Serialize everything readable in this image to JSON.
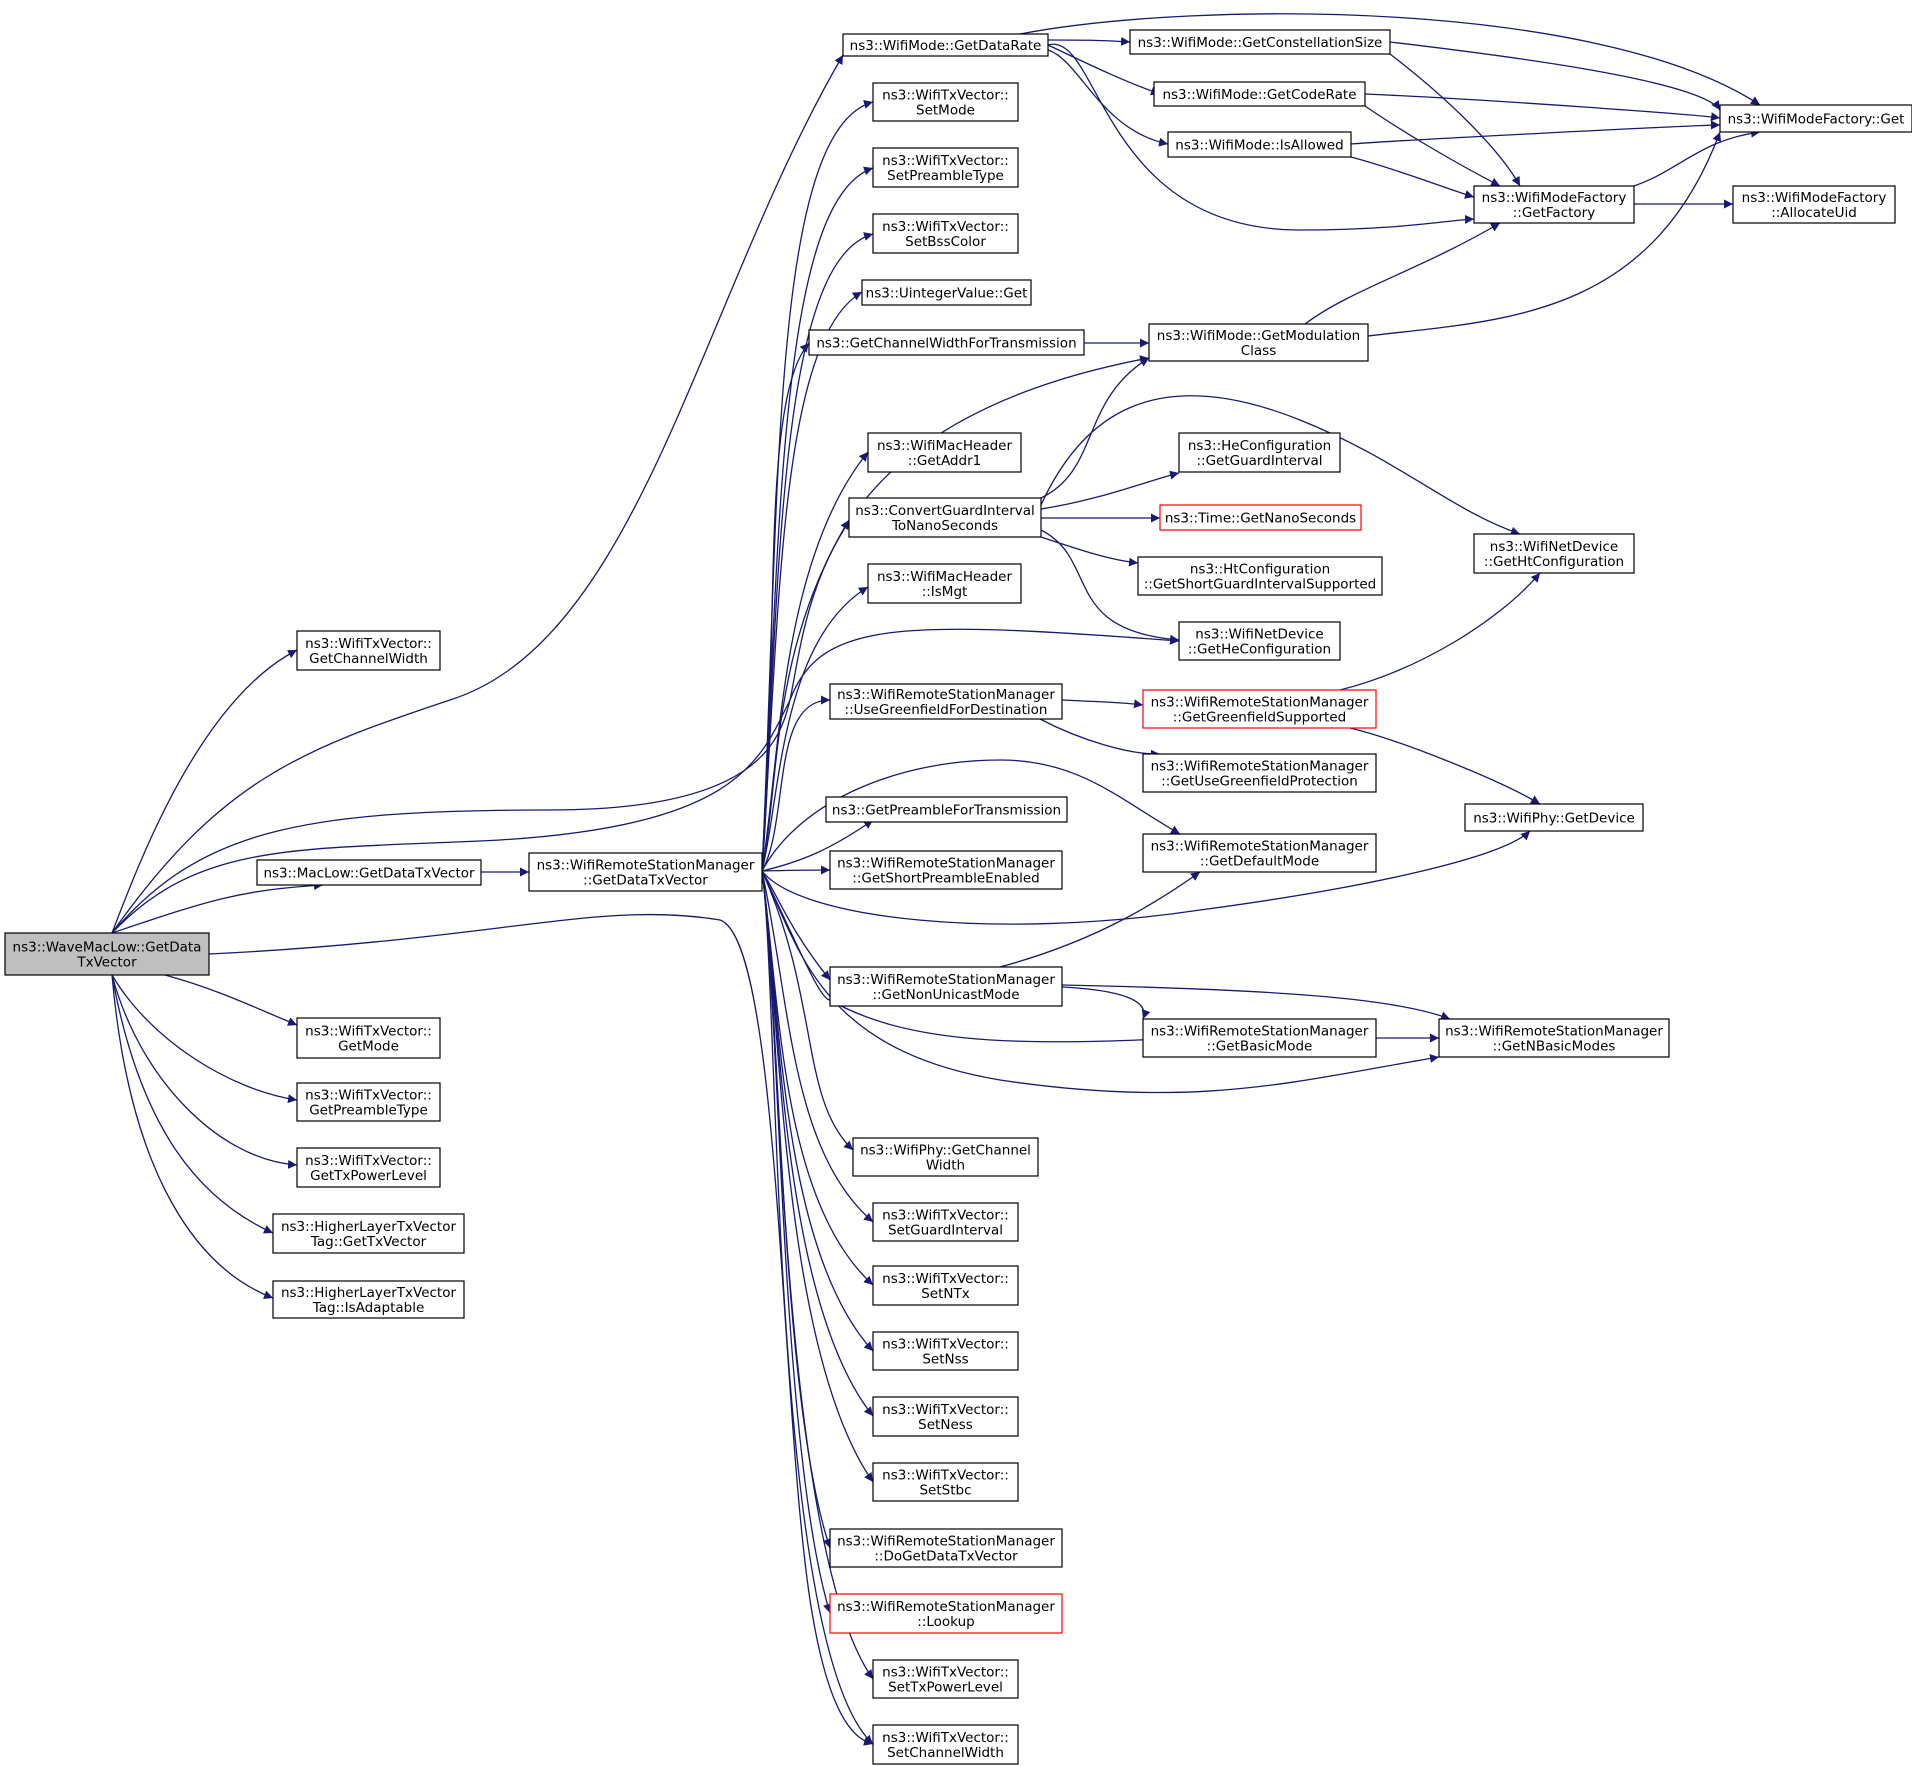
{
  "colors": {
    "edge": "#191970",
    "box_border": "#000000",
    "truncated_border": "#ff0000",
    "root_fill": "#bfbfbf",
    "background": "#ffffff"
  },
  "nodes": [
    {
      "id": "root",
      "lines": [
        "ns3::WaveMacLow::GetData",
        "TxVector"
      ],
      "root": true
    },
    {
      "id": "gcw",
      "lines": [
        "ns3::WifiTxVector::",
        "GetChannelWidth"
      ]
    },
    {
      "id": "macLow",
      "lines": [
        "ns3::MacLow::GetDataTxVector"
      ]
    },
    {
      "id": "rsmGDTV",
      "lines": [
        "ns3::WifiRemoteStationManager",
        "::GetDataTxVector"
      ]
    },
    {
      "id": "getMode",
      "lines": [
        "ns3::WifiTxVector::",
        "GetMode"
      ]
    },
    {
      "id": "getPre",
      "lines": [
        "ns3::WifiTxVector::",
        "GetPreambleType"
      ]
    },
    {
      "id": "getTxPL",
      "lines": [
        "ns3::WifiTxVector::",
        "GetTxPowerLevel"
      ]
    },
    {
      "id": "hlGet",
      "lines": [
        "ns3::HigherLayerTxVector",
        "Tag::GetTxVector"
      ]
    },
    {
      "id": "hlAd",
      "lines": [
        "ns3::HigherLayerTxVector",
        "Tag::IsAdaptable"
      ]
    },
    {
      "id": "getDataRate",
      "lines": [
        "ns3::WifiMode::GetDataRate"
      ]
    },
    {
      "id": "setMode",
      "lines": [
        "ns3::WifiTxVector::",
        "SetMode"
      ]
    },
    {
      "id": "setPre",
      "lines": [
        "ns3::WifiTxVector::",
        "SetPreambleType"
      ]
    },
    {
      "id": "setBss",
      "lines": [
        "ns3::WifiTxVector::",
        "SetBssColor"
      ]
    },
    {
      "id": "uintGet",
      "lines": [
        "ns3::UintegerValue::Get"
      ]
    },
    {
      "id": "getCWFT",
      "lines": [
        "ns3::GetChannelWidthForTransmission"
      ]
    },
    {
      "id": "getAddr1",
      "lines": [
        "ns3::WifiMacHeader",
        "::GetAddr1"
      ]
    },
    {
      "id": "convGI",
      "lines": [
        "ns3::ConvertGuardInterval",
        "ToNanoSeconds"
      ]
    },
    {
      "id": "isMgt",
      "lines": [
        "ns3::WifiMacHeader",
        "::IsMgt"
      ]
    },
    {
      "id": "useGF",
      "lines": [
        "ns3::WifiRemoteStationManager",
        "::UseGreenfieldForDestination"
      ]
    },
    {
      "id": "getPFT",
      "lines": [
        "ns3::GetPreambleForTransmission"
      ]
    },
    {
      "id": "getSPE",
      "lines": [
        "ns3::WifiRemoteStationManager",
        "::GetShortPreambleEnabled"
      ]
    },
    {
      "id": "getNUM",
      "lines": [
        "ns3::WifiRemoteStationManager",
        "::GetNonUnicastMode"
      ]
    },
    {
      "id": "phyGCW",
      "lines": [
        "ns3::WifiPhy::GetChannel",
        "Width"
      ]
    },
    {
      "id": "setGI",
      "lines": [
        "ns3::WifiTxVector::",
        "SetGuardInterval"
      ]
    },
    {
      "id": "setNTx",
      "lines": [
        "ns3::WifiTxVector::",
        "SetNTx"
      ]
    },
    {
      "id": "setNss",
      "lines": [
        "ns3::WifiTxVector::",
        "SetNss"
      ]
    },
    {
      "id": "setNess",
      "lines": [
        "ns3::WifiTxVector::",
        "SetNess"
      ]
    },
    {
      "id": "setStbc",
      "lines": [
        "ns3::WifiTxVector::",
        "SetStbc"
      ]
    },
    {
      "id": "doGDTV",
      "lines": [
        "ns3::WifiRemoteStationManager",
        "::DoGetDataTxVector"
      ]
    },
    {
      "id": "lookup",
      "lines": [
        "ns3::WifiRemoteStationManager",
        "::Lookup"
      ],
      "truncated": true
    },
    {
      "id": "setTxPL",
      "lines": [
        "ns3::WifiTxVector::",
        "SetTxPowerLevel"
      ]
    },
    {
      "id": "setCW",
      "lines": [
        "ns3::WifiTxVector::",
        "SetChannelWidth"
      ]
    },
    {
      "id": "getConst",
      "lines": [
        "ns3::WifiMode::GetConstellationSize"
      ]
    },
    {
      "id": "getCodeRate",
      "lines": [
        "ns3::WifiMode::GetCodeRate"
      ]
    },
    {
      "id": "isAllowed",
      "lines": [
        "ns3::WifiMode::IsAllowed"
      ]
    },
    {
      "id": "getModClass",
      "lines": [
        "ns3::WifiMode::GetModulation",
        "Class"
      ]
    },
    {
      "id": "heGI",
      "lines": [
        "ns3::HeConfiguration",
        "::GetGuardInterval"
      ]
    },
    {
      "id": "timeNS",
      "lines": [
        "ns3::Time::GetNanoSeconds"
      ],
      "truncated": true
    },
    {
      "id": "htSGI",
      "lines": [
        "ns3::HtConfiguration",
        "::GetShortGuardIntervalSupported"
      ]
    },
    {
      "id": "getHeConf",
      "lines": [
        "ns3::WifiNetDevice",
        "::GetHeConfiguration"
      ]
    },
    {
      "id": "getGFS",
      "lines": [
        "ns3::WifiRemoteStationManager",
        "::GetGreenfieldSupported"
      ],
      "truncated": true
    },
    {
      "id": "getUGP",
      "lines": [
        "ns3::WifiRemoteStationManager",
        "::GetUseGreenfieldProtection"
      ]
    },
    {
      "id": "getDefMode",
      "lines": [
        "ns3::WifiRemoteStationManager",
        "::GetDefaultMode"
      ]
    },
    {
      "id": "getBasic",
      "lines": [
        "ns3::WifiRemoteStationManager",
        "::GetBasicMode"
      ]
    },
    {
      "id": "factGet",
      "lines": [
        "ns3::WifiModeFactory::Get"
      ]
    },
    {
      "id": "getFactory",
      "lines": [
        "ns3::WifiModeFactory",
        "::GetFactory"
      ]
    },
    {
      "id": "allocUid",
      "lines": [
        "ns3::WifiModeFactory",
        "::AllocateUid"
      ]
    },
    {
      "id": "getHtConf",
      "lines": [
        "ns3::WifiNetDevice",
        "::GetHtConfiguration"
      ]
    },
    {
      "id": "phyGetDev",
      "lines": [
        "ns3::WifiPhy::GetDevice"
      ]
    },
    {
      "id": "getNBasic",
      "lines": [
        "ns3::WifiRemoteStationManager",
        "::GetNBasicModes"
      ]
    }
  ]
}
